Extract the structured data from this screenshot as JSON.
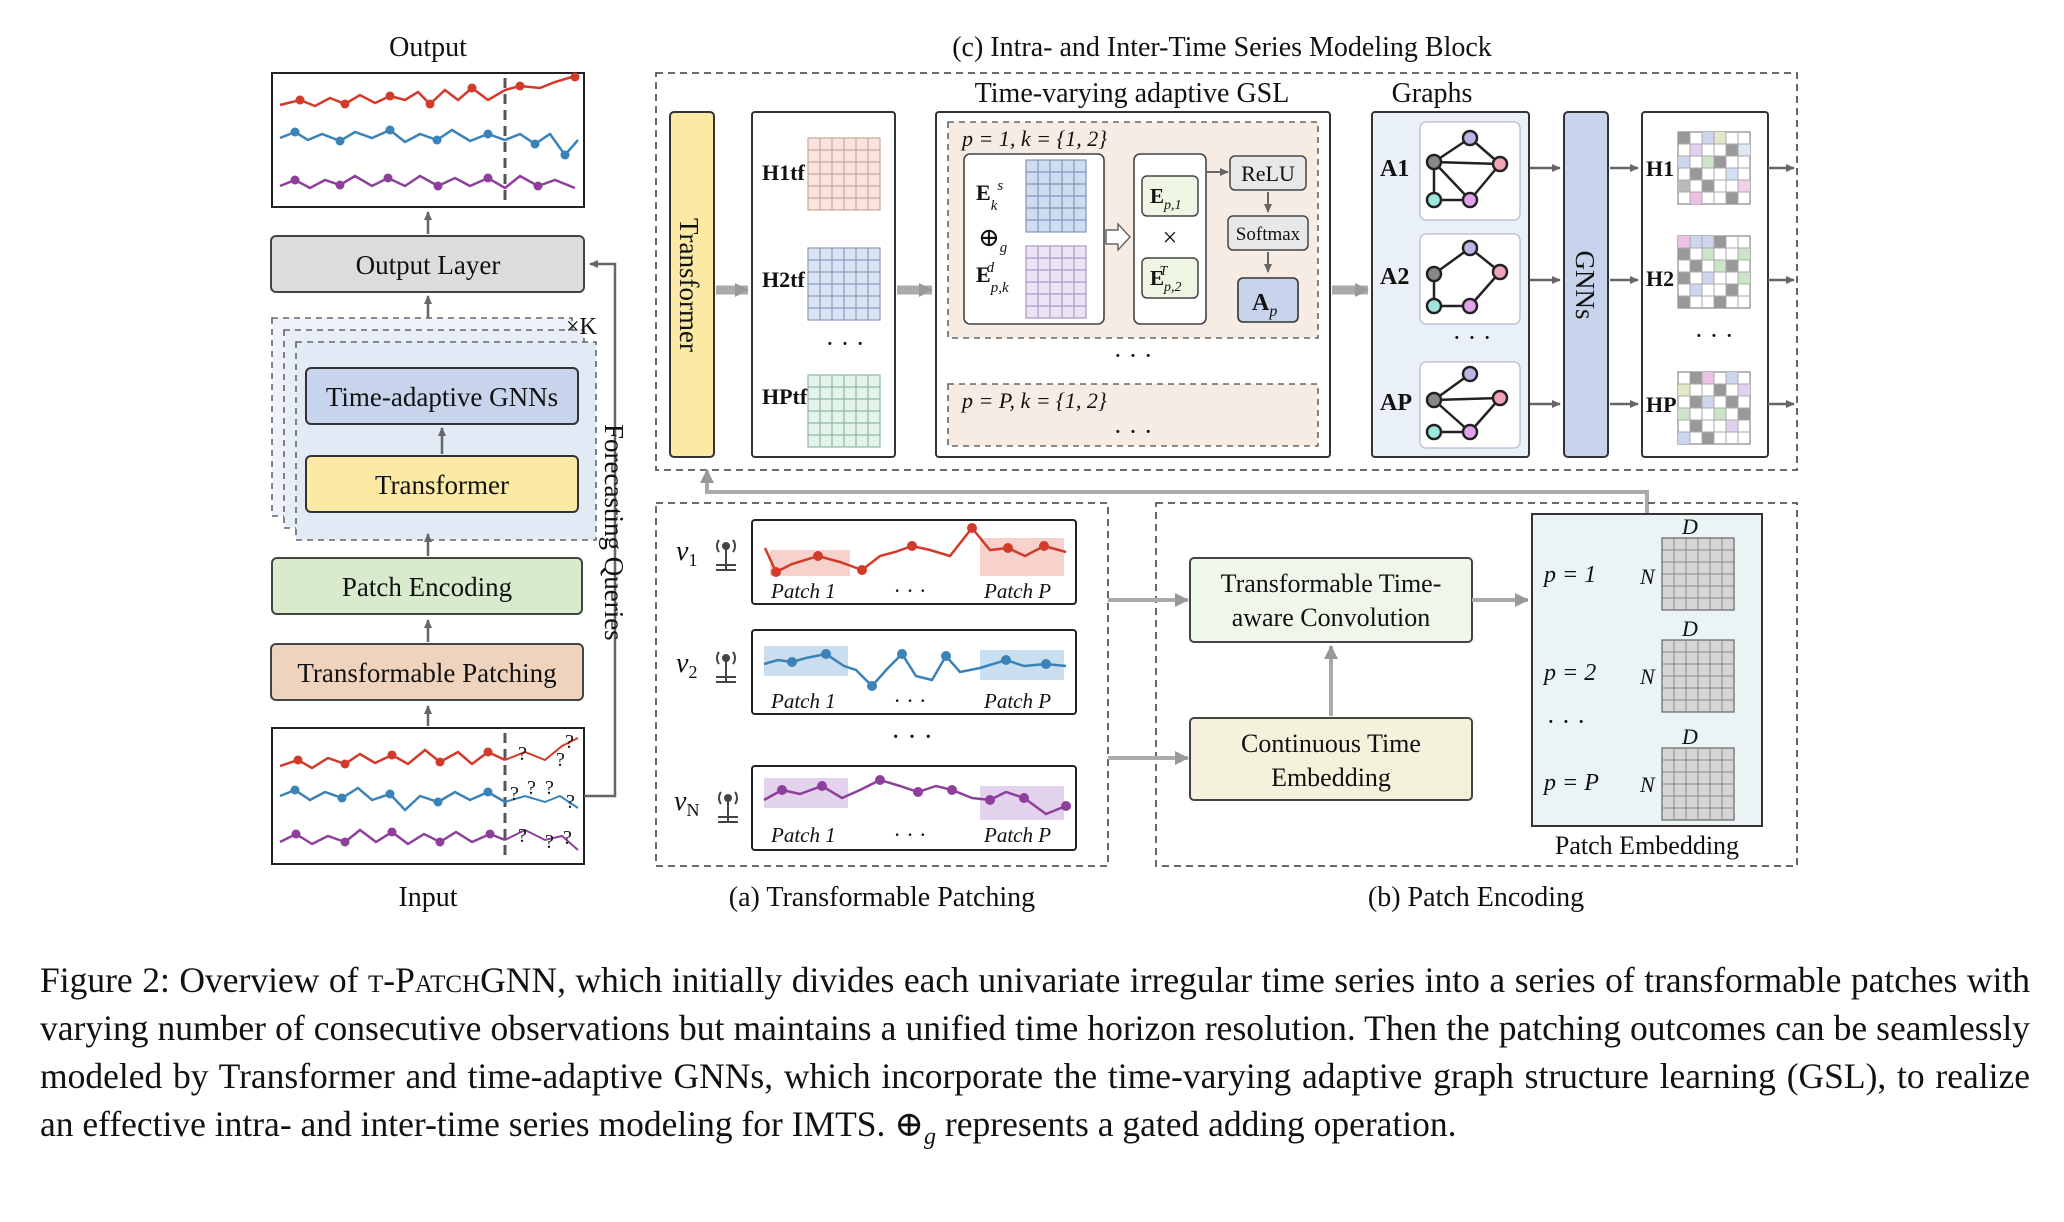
{
  "figure": {
    "output_label": "Output",
    "input_label": "Input",
    "section_c_title": "(c) Intra- and Inter-Time Series Modeling Block",
    "section_a_title": "(a) Transformable Patching",
    "section_b_title": "(b) Patch Encoding",
    "gsl_title": "Time-varying adaptive GSL",
    "graphs_title": "Graphs",
    "blocks": {
      "output_layer": "Output Layer",
      "time_adaptive_gnns": "Time-adaptive GNNs",
      "transformer": "Transformer",
      "patch_encoding": "Patch Encoding",
      "transformable_patching": "Transformable Patching",
      "repeat": "×K",
      "forecasting_queries": "Forecasting Queries"
    },
    "modeling_block": {
      "transformer_vertical": "Transformer",
      "gnns_vertical": "GNNs",
      "relu": "ReLU",
      "softmax": "Softmax",
      "patch1_cond": "p = 1, k = {1, 2}",
      "patchP_cond": "p = P, k = {1, 2}",
      "times": "×",
      "h_tf": [
        "H1tf",
        "H2tf",
        "HPtf"
      ],
      "adj": [
        "A1",
        "A2",
        "AP"
      ],
      "h_out": [
        "H1",
        "H2",
        "HP"
      ],
      "ellipsis": "· · ·"
    },
    "patching": {
      "series": [
        {
          "var": "v1",
          "color": "#d23a2a"
        },
        {
          "var": "v2",
          "color": "#3a82b8"
        },
        {
          "var": "vN",
          "color": "#8e3f9b"
        }
      ],
      "patch_first": "Patch 1",
      "patch_last": "Patch P",
      "ellipsis": "· · ·"
    },
    "encoding": {
      "conv": "Transformable Time-aware Convolution",
      "cte": "Continuous Time Embedding",
      "patch_embedding": "Patch Embedding",
      "rows": [
        "p = 1",
        "p = 2",
        "p = P"
      ],
      "dim_d": "D",
      "dim_n": "N"
    }
  },
  "caption": {
    "prefix": "Figure 2: Overview of ",
    "model_name": "t-PatchGNN",
    "body1": ", which initially divides each univariate irregular time series into a series of transformable patches with varying number of consecutive observations but maintains a unified time horizon resolution. Then the patching outcomes can be seamlessly modeled by Transformer and time-adaptive GNNs, which incorporate the time-varying adaptive graph structure learning (GSL), to realize an effective intra- and inter-time series modeling for IMTS. ⊕",
    "sub_g": "g",
    "body2": " represents a gated adding operation."
  },
  "colors": {
    "red": "#d23a2a",
    "blue": "#3a82b8",
    "purple": "#8e3f9b",
    "gnn_block": "#c8d3ec",
    "transformer_block": "#fbe9a4",
    "patch_encoding_block": "#d8eccd",
    "patching_block": "#f0d3bd",
    "output_layer_block": "#dcdcdc"
  }
}
